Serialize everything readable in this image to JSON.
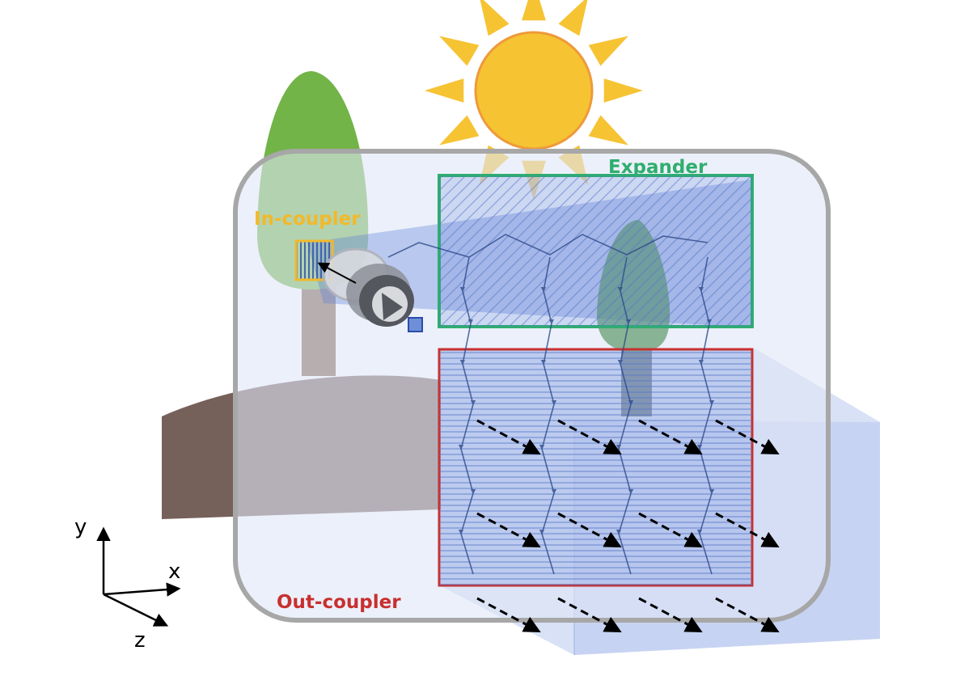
{
  "labels": {
    "expander": "Expander",
    "in_coupler": "In-coupler",
    "out_coupler": "Out-coupler"
  },
  "axes": {
    "y": "y",
    "x": "x",
    "z": "z"
  },
  "colors": {
    "expander": "#2fae6e",
    "in_coupler": "#f2b92a",
    "out_coupler": "#c8302f",
    "sun": "#f6c333",
    "sun_stroke": "#ee9a3a",
    "tree": "#72b447",
    "trunk": "#7b5a48",
    "hill": "#76605a",
    "waveguide": "#dfe6f6",
    "grating": "#6f8fd8"
  }
}
